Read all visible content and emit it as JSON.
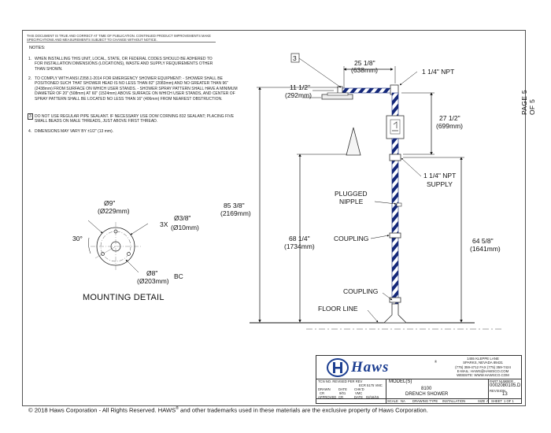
{
  "disclaimer": "THIS DOCUMENT IS TRUE AND CORRECT AT TIME OF PUBLICATION. CONTINUED PRODUCT IMPROVEMENTS MAKE SPECIFICATIONS AND MEASUREMENTS SUBJECT TO CHANGE WITHOUT NOTICE.",
  "notes": {
    "title": "NOTES:",
    "items": [
      {
        "num": "1.",
        "text": "WHEN INSTALLING THIS UNIT, LOCAL, STATE, OR FEDERAL CODES SHOULD BE ADHERED TO FOR INSTALLATION DIMENSIONS (LOCATIONS), WASTE AND SUPPLY REQUIREMENTS OTHER THAN SHOWN."
      },
      {
        "num": "2.",
        "text": "TO COMPLY WITH ANSI Z358.1-2014 FOR EMERGENCY SHOWER EQUIPMENT: - SHOWER SHALL BE POSITIONED SUCH THAT SHOWER HEAD IS NO LESS THAN 82\" (2083mm) AND NO GREATER THAN 96\" (2438mm) FROM SURFACE ON WHICH USER STANDS. - SHOWER SPRAY PATTERN SHALL HAVE A MINIMUM DIAMETER OF 20\" (508mm) AT 60\" (1524mm) ABOVE SURFACE ON WHICH USER STANDS, AND CENTER OF SPRAY PATTERN SHALL BE LOCATED NO LESS THAN 16\" (406mm) FROM NEAREST OBSTRUCTION."
      },
      {
        "num": "3",
        "text": "DO NOT USE REGULAR PIPE SEALANT. IF NECESSARY USE DOW CORNING 832 SEALANT; PLACING FIVE SMALL BEADS ON MALE THREADS, JUST ABOVE FIRST THREAD."
      },
      {
        "num": "4.",
        "text": "DIMENSIONS MAY VARY BY ±1/2\" (13 mm)."
      }
    ]
  },
  "page_label": "PAGE 5 OF 5",
  "dimensions": {
    "callout_3": "3",
    "top_width": "25 1/8\"",
    "top_width_mm": "(638mm)",
    "top_npt": "1 1/4\" NPT",
    "head_drop": "11 1/2\"",
    "head_drop_mm": "(292mm)",
    "valve_drop": "27 1/2\"",
    "valve_drop_mm": "(699mm)",
    "supply_npt": "1 1/4\" NPT",
    "supply_label": "SUPPLY",
    "overall_height": "85 3/8\"",
    "overall_height_mm": "(2169mm)",
    "plugged_nipple_1": "PLUGGED",
    "plugged_nipple_2": "NIPPLE",
    "coupling_upper": "COUPLING",
    "head_height": "68 1/4\"",
    "head_height_mm": "(1734mm)",
    "supply_height": "64 5/8\"",
    "supply_height_mm": "(1641mm)",
    "coupling_lower": "COUPLING",
    "floor_line": "FLOOR LINE"
  },
  "mounting": {
    "dia_outer": "Ø9\"",
    "dia_outer_mm": "(Ø229mm)",
    "holes_qty": "3X",
    "hole_dia": "Ø3/8\"",
    "hole_dia_mm": "(Ø10mm)",
    "angle": "30°",
    "bolt_circle": "Ø8\"",
    "bolt_circle_mm": "(Ø203mm)",
    "bc": "BC",
    "title": "MOUNTING DETAIL"
  },
  "title_block": {
    "logo": "Haws",
    "registered": "®",
    "address": [
      "1455 KLEPPE LANE",
      "SPARKS, NEVADA 89431",
      "(775) 359-4712 FAX (775) 359-7424",
      "E-MAIL: HAWS@HAWSCO.COM",
      "WEBSITE: WWW.HAWSCO.COM"
    ],
    "model_label": "MODEL(S)",
    "model": "8100",
    "description": "DRENCH SHOWER",
    "part_number_label": "PART NUMBER",
    "part_number": "0002080105.D",
    "revision_label": "REVISION",
    "revision": "13",
    "row1": "TCN NO. REVISED PER REV",
    "row1b": "ECR 5175 VMC",
    "drawn": "DRAWN",
    "drawn_by": "CR",
    "date_label": "DATE",
    "date": "9/01",
    "chkd": "CHK'D",
    "chkd_by": "VMC",
    "approved": "APPROVED",
    "approved_by": "CR",
    "date2_label": "DATE",
    "date2": "02/16/15",
    "scale": "SCALE",
    "scale_val": "NA",
    "drawing_type": "DRAWING TYPE",
    "drawing_type_val": "INSTALLATION",
    "size_label": "SIZE",
    "size_val": "A",
    "sheet_label": "SHEET",
    "sheet_val": "1 OF 1"
  },
  "footer": {
    "copyright": "© 2018 Haws Corporation - All Rights Reserved.  HAWS",
    "registered": "®",
    "trademark": " and other trademarks used in these materials are the exclusive property of Haws Corporation."
  }
}
